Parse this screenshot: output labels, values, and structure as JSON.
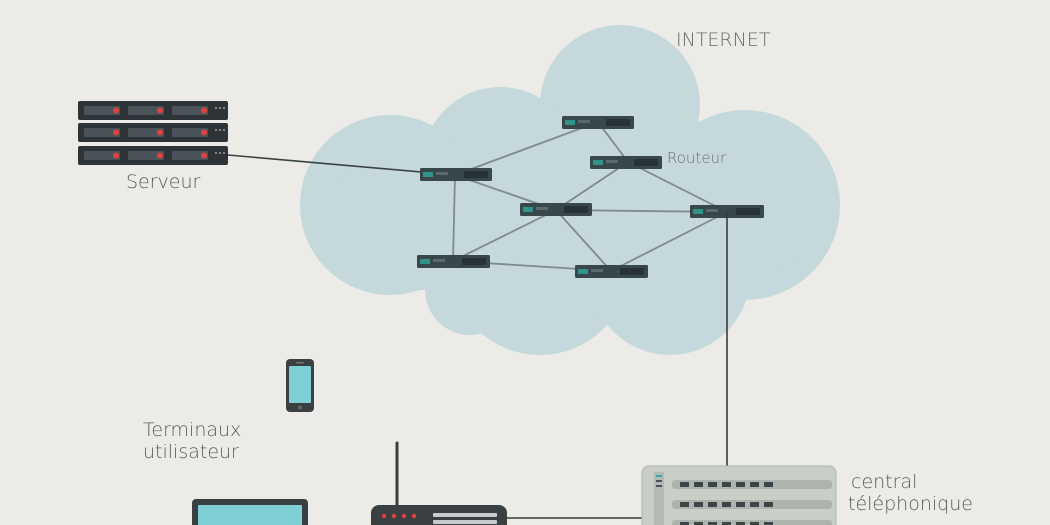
{
  "labels": {
    "internet": "INTERNET",
    "router": "Routeur",
    "server": "Serveur",
    "terminals_line1": "Terminaux",
    "terminals_line2": "utilisateur",
    "exchange_line1": "central",
    "exchange_line2": "téléphonique"
  },
  "colors": {
    "background": "#ecebe7",
    "cloud": "#c5d9dc",
    "router_body": "#37474a",
    "router_accent": "#2fa89a",
    "server_body": "#2d3336",
    "server_led": "#e0413e",
    "link_line": "#7e8a8c",
    "cable": "#3a3a3a",
    "screen": "#7fd0d6",
    "exchange_body": "#c9cec9"
  },
  "icons": [
    "cloud-icon",
    "router-icon",
    "server-rack-icon",
    "smartphone-icon",
    "laptop-icon",
    "modem-icon",
    "telephone-exchange-icon"
  ]
}
